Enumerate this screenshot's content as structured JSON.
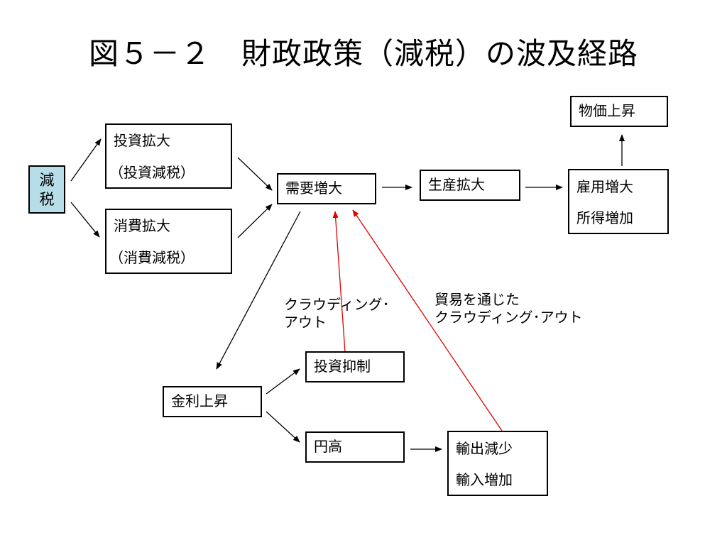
{
  "title": "図５－２　財政政策（減税）の波及経路",
  "boxes": {
    "tax_cut": [
      "減",
      "税"
    ],
    "investment_expansion": [
      "投資拡大",
      "（投資減税）"
    ],
    "consumption_expansion": [
      "消費拡大",
      "（消費減税）"
    ],
    "demand_increase": "需要増大",
    "production_expansion": "生産拡大",
    "employment_income": [
      "雇用増大",
      "所得増加"
    ],
    "price_rise": "物価上昇",
    "interest_rate_rise": "金利上昇",
    "investment_restraint": "投資抑制",
    "yen_appreciation": "円高",
    "export_import": [
      "輸出減少",
      "輸入増加"
    ]
  },
  "labels": {
    "crowding_out": [
      "クラウディング･",
      "アウト"
    ],
    "trade_crowding_out": [
      "貿易を通じた",
      "クラウディング･アウト"
    ]
  },
  "colors": {
    "accent_arrow": "#e00000",
    "tax_box_fill": "#b7dde8"
  }
}
